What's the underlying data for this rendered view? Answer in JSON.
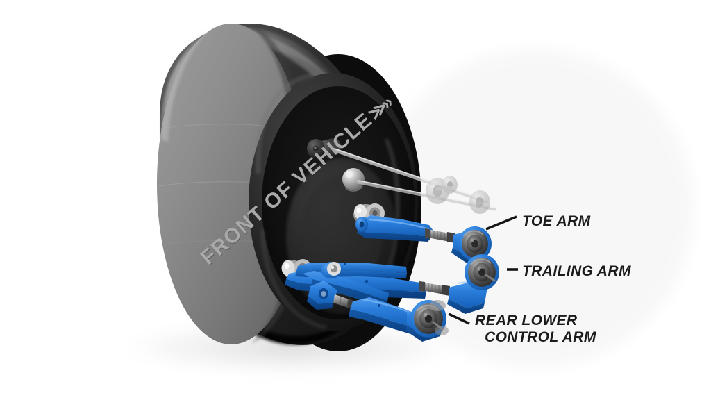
{
  "diagram": {
    "title_overlay": "FRONT OF VEHICLE",
    "direction_arrow": "≫»",
    "background_color": "#ffffff",
    "accent_color": "#1b72d6",
    "tire_color": "#2b2b2b",
    "tire_face_color": "#8f8f8f",
    "label_color": "#1b1b1b",
    "overlay_text_color": "#a9a9a9"
  },
  "labels": [
    {
      "id": "toe-arm",
      "text": "TOE ARM",
      "text2": ""
    },
    {
      "id": "trailing-arm",
      "text": "TRAILING ARM",
      "text2": ""
    },
    {
      "id": "rear-lower-control-arm",
      "text": "REAR LOWER",
      "text2": "CONTROL ARM"
    }
  ],
  "parts": {
    "tire": "tire-slick",
    "toe_arm": "toe-arm-blue",
    "trailing_arm": "trailing-arm-blue",
    "rear_lower_control_arm": "rear-lower-control-arm-blue",
    "upper_links": "ghosted-upper-links",
    "hub_spindle": "hub-spindle",
    "ball_stud": "ball-stud"
  }
}
